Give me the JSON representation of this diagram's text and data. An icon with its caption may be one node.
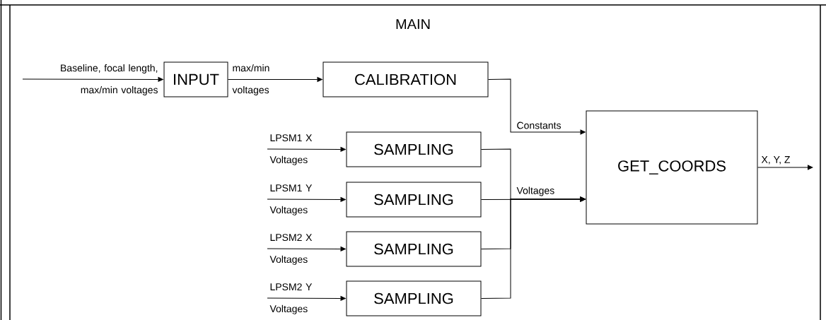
{
  "diagram": {
    "title": "MAIN",
    "nodes": [
      {
        "text": [
          "INPUT"
        ]
      },
      {
        "text": [
          "CALIBRATION"
        ]
      },
      {
        "text": [
          "SAMPLING"
        ]
      },
      {
        "text": [
          "SAMPLING"
        ]
      },
      {
        "text": [
          "SAMPLING"
        ]
      },
      {
        "text": [
          "SAMPLING"
        ]
      },
      {
        "text": [
          "GET_COORDS"
        ]
      }
    ],
    "edges": [
      {
        "from": null,
        "to": 0,
        "arrow": "to",
        "label": "Baseline, focal length, max/min voltages"
      },
      {
        "from": 0,
        "to": 1,
        "arrow": "to",
        "label": "max/min voltages"
      },
      {
        "from": 1,
        "to": 6,
        "arrow": "to",
        "label": "Constants"
      },
      {
        "from": null,
        "to": 2,
        "arrow": "to",
        "label": "LPSM1 X Voltages"
      },
      {
        "from": null,
        "to": 3,
        "arrow": "to",
        "label": "LPSM1 Y Voltages"
      },
      {
        "from": null,
        "to": 4,
        "arrow": "to",
        "label": "LPSM2 X Voltages"
      },
      {
        "from": null,
        "to": 5,
        "arrow": "to",
        "label": "LPSM2 Y Voltages"
      },
      {
        "from": 2,
        "to": 6,
        "arrow": "to"
      },
      {
        "from": 3,
        "to": 6,
        "arrow": "to",
        "label": "Voltages"
      },
      {
        "from": 4,
        "to": 6,
        "arrow": "to"
      },
      {
        "from": 5,
        "to": 6,
        "arrow": "to"
      },
      {
        "from": 6,
        "to": null,
        "arrow": "to",
        "label": "X, Y, Z"
      }
    ]
  }
}
